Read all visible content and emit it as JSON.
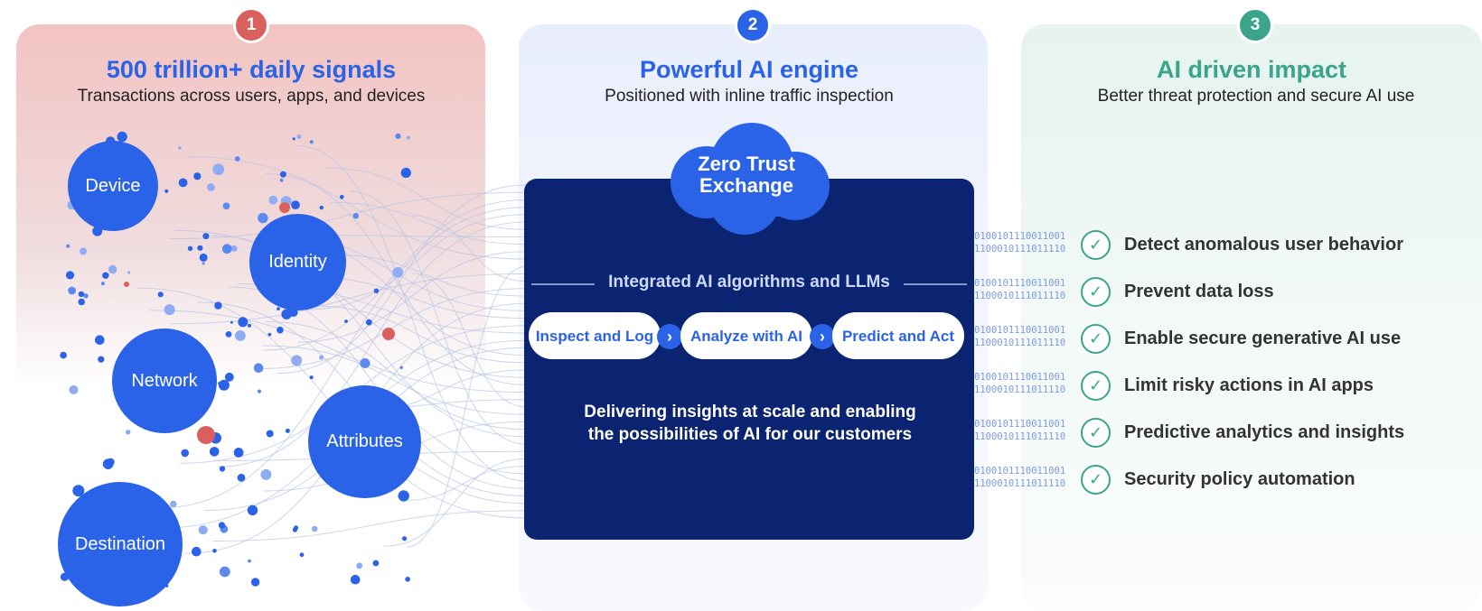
{
  "steps": [
    {
      "number": "1",
      "title": "500 trillion+ daily signals",
      "subtitle": "Transactions across users, apps, and devices",
      "color": "#2b63e8",
      "badge_color": "#d9605c"
    },
    {
      "number": "2",
      "title": "Powerful AI engine",
      "subtitle": "Positioned with inline traffic inspection",
      "color": "#2b63e8",
      "badge_color": "#2b63e8"
    },
    {
      "number": "3",
      "title": "AI driven impact",
      "subtitle": "Better threat protection and secure AI use",
      "color": "#3aa58a",
      "badge_color": "#3aa58a"
    }
  ],
  "signals": [
    "Device",
    "Identity",
    "Network",
    "Attributes",
    "Destination"
  ],
  "engine": {
    "cloud_label": "Zero Trust Exchange",
    "algorithms_label": "Integrated AI algorithms and LLMs",
    "stages": [
      "Inspect and Log",
      "Analyze with AI",
      "Predict and Act"
    ],
    "description": "Delivering insights at scale and enabling the possibilities of AI for our customers"
  },
  "binary_stream": "0100101110011001\n1100010111011110",
  "impacts": [
    "Detect anomalous user behavior",
    "Prevent data loss",
    "Enable secure generative AI use",
    "Limit risky actions in AI apps",
    "Predictive analytics and insights",
    "Security policy automation"
  ],
  "icons": {
    "stage_arrow": "chevron-right-icon",
    "impact_check": "check-circle-icon"
  }
}
